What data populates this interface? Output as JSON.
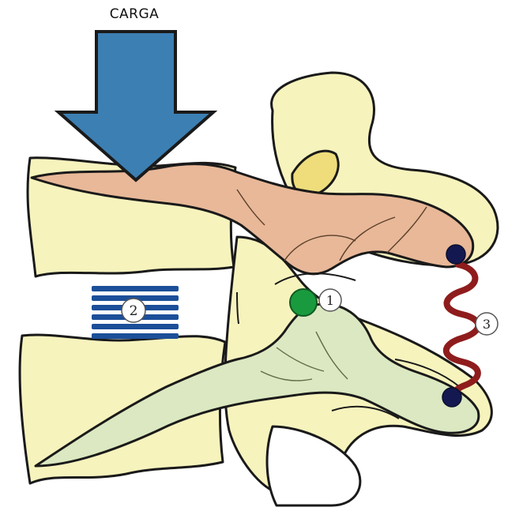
{
  "diagram": {
    "load_label": "CARGA",
    "markers": {
      "pivot": "1",
      "disc": "2",
      "ligament": "3"
    }
  },
  "colors": {
    "bone": "#f6f3bd",
    "upper_vertebra_lever": "#e8b898",
    "lower_vertebra_lever": "#dbe8c1",
    "load_arrow": "#3c7fb3",
    "pivot_point": "#1a9a3e",
    "disc_spring": "#1c4f99",
    "ligament_spring": "#8f1c1c",
    "attachment_points": "#141850",
    "outline": "#1a1a1a"
  }
}
